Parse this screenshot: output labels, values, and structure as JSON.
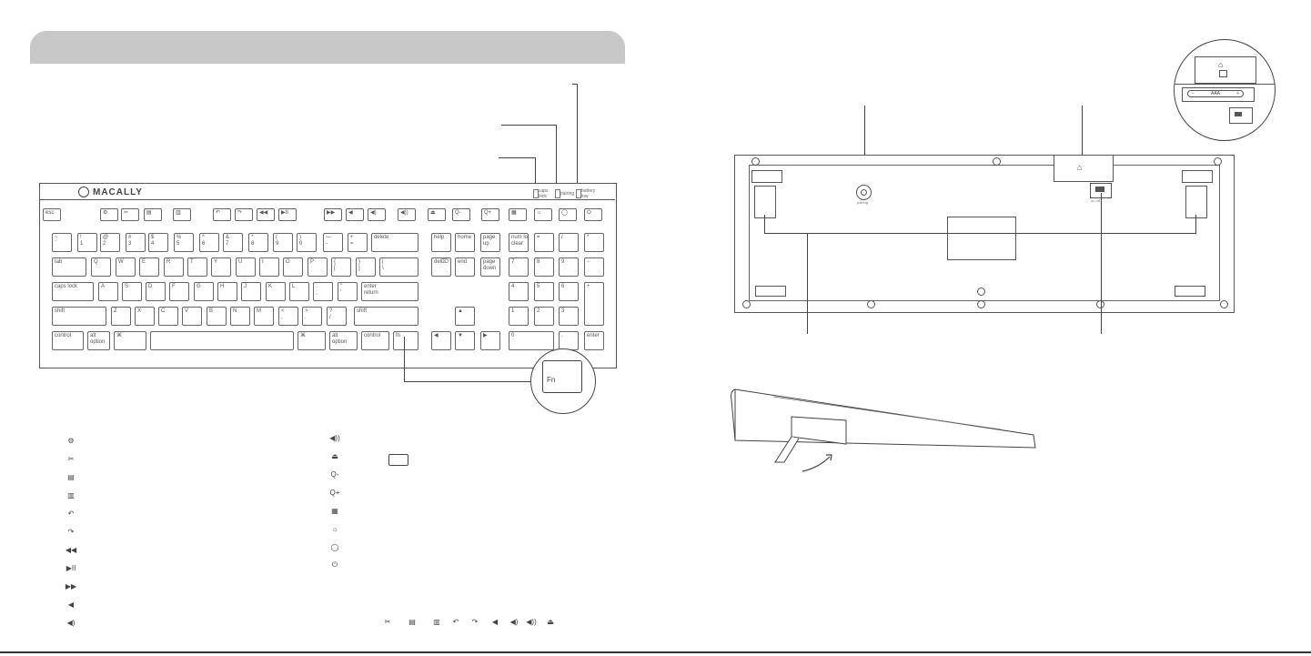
{
  "brand": {
    "name": "MACALLY"
  },
  "leds": [
    {
      "label": "caps\nlock"
    },
    {
      "label": "pairing"
    },
    {
      "label": "battery\nlow"
    }
  ],
  "keyboard": {
    "keys": [
      {
        "t": "esc"
      },
      {
        "t": "⚙"
      },
      {
        "t": "✂"
      },
      {
        "t": "▤"
      },
      {
        "t": "▥"
      },
      {
        "t": "↶"
      },
      {
        "t": "↷"
      },
      {
        "t": "◀◀"
      },
      {
        "t": "▶II"
      },
      {
        "t": "▶▶"
      },
      {
        "t": "◀"
      },
      {
        "t": "◀)"
      },
      {
        "t": "◀))"
      },
      {
        "t": "⏏"
      },
      {
        "t": "Q-"
      },
      {
        "t": "Q+"
      },
      {
        "t": "▦"
      },
      {
        "t": "☼"
      },
      {
        "t": "◯"
      },
      {
        "t": "⏻"
      },
      {
        "t": "~\n`"
      },
      {
        "t": "!\n1"
      },
      {
        "t": "@\n2"
      },
      {
        "t": "#\n3"
      },
      {
        "t": "$\n4"
      },
      {
        "t": "%\n5"
      },
      {
        "t": "^\n6"
      },
      {
        "t": "&\n7"
      },
      {
        "t": "*\n8"
      },
      {
        "t": "(\n9"
      },
      {
        "t": ")\n0"
      },
      {
        "t": "—\n-"
      },
      {
        "t": "+\n="
      },
      {
        "t": "delete"
      },
      {
        "t": "help"
      },
      {
        "t": "home"
      },
      {
        "t": "page\nup"
      },
      {
        "t": "num lock\nclear"
      },
      {
        "t": "="
      },
      {
        "t": "/"
      },
      {
        "t": "*"
      },
      {
        "t": "tab"
      },
      {
        "t": "Q"
      },
      {
        "t": "W"
      },
      {
        "t": "E"
      },
      {
        "t": "R"
      },
      {
        "t": "T"
      },
      {
        "t": "Y"
      },
      {
        "t": "U"
      },
      {
        "t": "I"
      },
      {
        "t": "O"
      },
      {
        "t": "P"
      },
      {
        "t": "{\n["
      },
      {
        "t": "}\n]"
      },
      {
        "t": "|\n\\"
      },
      {
        "t": "del⌦"
      },
      {
        "t": "end"
      },
      {
        "t": "page\ndown"
      },
      {
        "t": "7"
      },
      {
        "t": "8"
      },
      {
        "t": "9"
      },
      {
        "t": "−"
      },
      {
        "t": "caps lock"
      },
      {
        "t": "A"
      },
      {
        "t": "S"
      },
      {
        "t": "D"
      },
      {
        "t": "F"
      },
      {
        "t": "G"
      },
      {
        "t": "H"
      },
      {
        "t": "J"
      },
      {
        "t": "K"
      },
      {
        "t": "L"
      },
      {
        "t": ":\n;"
      },
      {
        "t": "\"\n'"
      },
      {
        "t": "enter\nreturn"
      },
      {
        "t": "4"
      },
      {
        "t": "5"
      },
      {
        "t": "6"
      },
      {
        "t": "+"
      },
      {
        "t": "shift"
      },
      {
        "t": "Z"
      },
      {
        "t": "X"
      },
      {
        "t": "C"
      },
      {
        "t": "V"
      },
      {
        "t": "B"
      },
      {
        "t": "N"
      },
      {
        "t": "M"
      },
      {
        "t": "<\n,"
      },
      {
        "t": ">\n."
      },
      {
        "t": "?\n/"
      },
      {
        "t": "shift"
      },
      {
        "t": "▲"
      },
      {
        "t": "1"
      },
      {
        "t": "2"
      },
      {
        "t": "3"
      },
      {
        "t": "control"
      },
      {
        "t": "alt\noption"
      },
      {
        "t": "⌘"
      },
      {
        "t": ""
      },
      {
        "t": "⌘"
      },
      {
        "t": "alt\noption"
      },
      {
        "t": "control"
      },
      {
        "t": "fn"
      },
      {
        "t": "◀"
      },
      {
        "t": "▼"
      },
      {
        "t": "▶"
      },
      {
        "t": "0"
      },
      {
        "t": "."
      },
      {
        "t": "enter"
      }
    ]
  },
  "zoom_key": "Fn",
  "legend_left": [
    {
      "icon": "⚙"
    },
    {
      "icon": "✂"
    },
    {
      "icon": "▤"
    },
    {
      "icon": "▥"
    },
    {
      "icon": "↶"
    },
    {
      "icon": "↷"
    },
    {
      "icon": "◀◀"
    },
    {
      "icon": "▶II"
    },
    {
      "icon": "▶▶"
    },
    {
      "icon": "◀"
    },
    {
      "icon": "◀)"
    }
  ],
  "legend_right": [
    {
      "icon": "◀))"
    },
    {
      "icon": "⏏"
    },
    {
      "icon": "Q-"
    },
    {
      "icon": "Q+"
    },
    {
      "icon": "▦"
    },
    {
      "icon": "☼"
    },
    {
      "icon": "◯"
    },
    {
      "icon": "⏻"
    }
  ],
  "bottom_icons": [
    "✂",
    "▤",
    "▥",
    "↶",
    "↷",
    "◀",
    "◀)",
    "◀))",
    "⏏"
  ],
  "back": {
    "pairing_label": "pairing",
    "switch_label": "on  off",
    "battery_label": "AAA",
    "battery_minus": "−",
    "battery_plus": "+"
  }
}
